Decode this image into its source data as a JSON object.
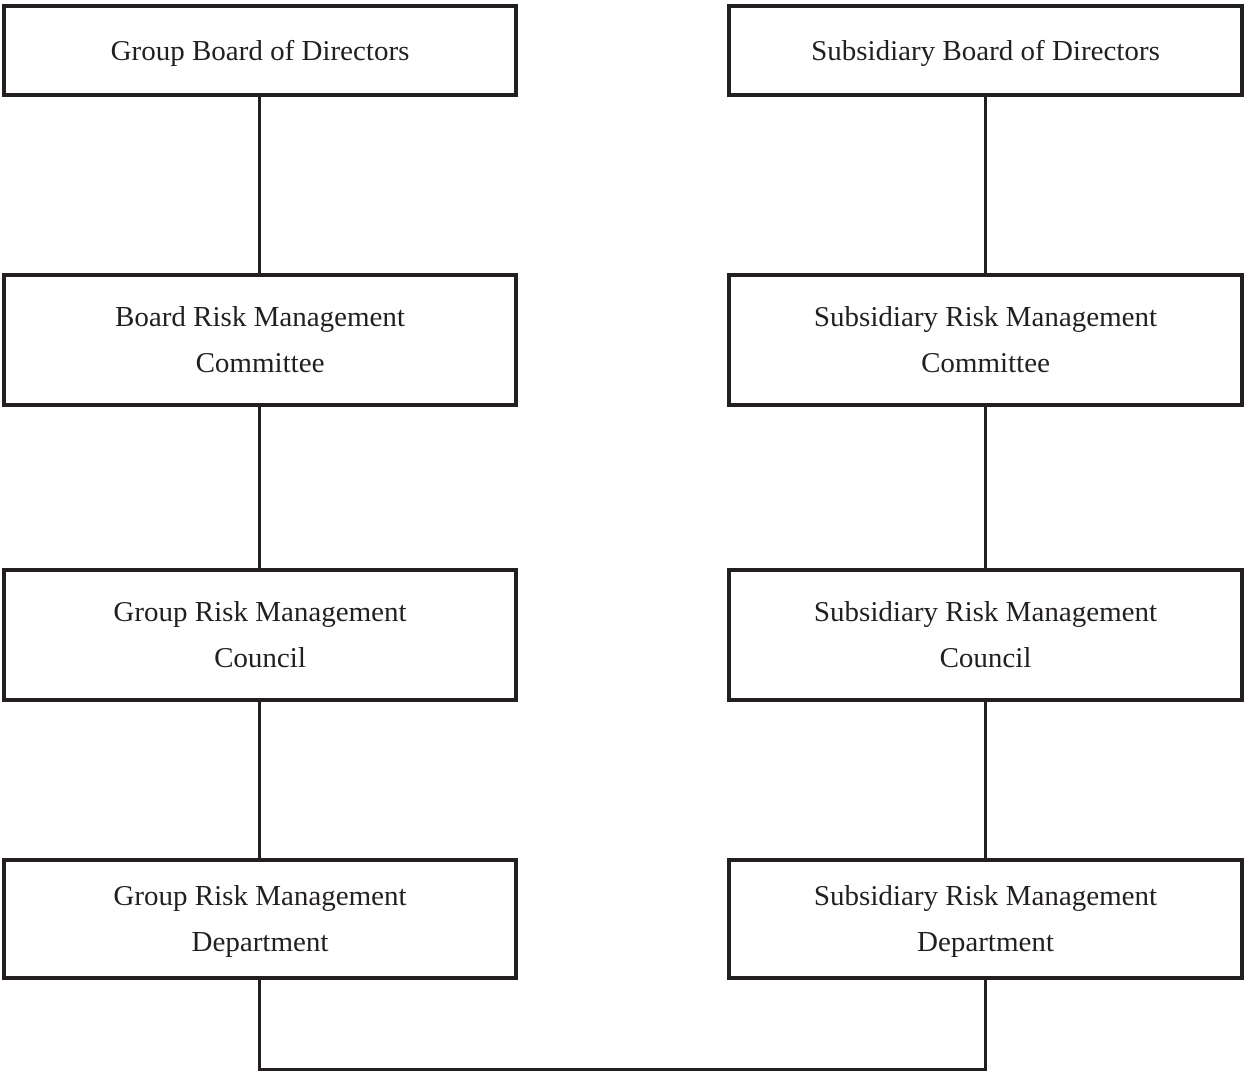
{
  "chart": {
    "type": "org-diagram",
    "columns": {
      "left": {
        "nodes": [
          {
            "label": "Group Board of Directors",
            "line1": "Group Board of Directors",
            "line2": ""
          },
          {
            "label": "Board Risk Management Committee",
            "line1": "Board Risk Management",
            "line2": "Committee"
          },
          {
            "label": "Group Risk Management Council",
            "line1": "Group Risk Management",
            "line2": "Council"
          },
          {
            "label": "Group Risk Management Department",
            "line1": "Group Risk Management",
            "line2": "Department"
          }
        ]
      },
      "right": {
        "nodes": [
          {
            "label": "Subsidiary Board of Directors",
            "line1": "Subsidiary Board of Directors",
            "line2": ""
          },
          {
            "label": "Subsidiary Risk Management Committee",
            "line1": "Subsidiary Risk Management",
            "line2": "Committee"
          },
          {
            "label": "Subsidiary Risk Management Council",
            "line1": "Subsidiary Risk Management",
            "line2": "Council"
          },
          {
            "label": "Subsidiary Risk Management Department",
            "line1": "Subsidiary Risk Management",
            "line2": "Department"
          }
        ]
      }
    },
    "edges": [
      {
        "from": "Group Board of Directors",
        "to": "Board Risk Management Committee"
      },
      {
        "from": "Board Risk Management Committee",
        "to": "Group Risk Management Council"
      },
      {
        "from": "Group Risk Management Council",
        "to": "Group Risk Management Department"
      },
      {
        "from": "Subsidiary Board of Directors",
        "to": "Subsidiary Risk Management Committee"
      },
      {
        "from": "Subsidiary Risk Management Committee",
        "to": "Subsidiary Risk Management Council"
      },
      {
        "from": "Subsidiary Risk Management Council",
        "to": "Subsidiary Risk Management Department"
      },
      {
        "from": "Group Risk Management Department",
        "to": "Subsidiary Risk Management Department"
      }
    ],
    "colors": {
      "line": "#231f20",
      "text": "#231f20",
      "box_background": "#ffffff",
      "page_background": "#ffffff"
    }
  }
}
